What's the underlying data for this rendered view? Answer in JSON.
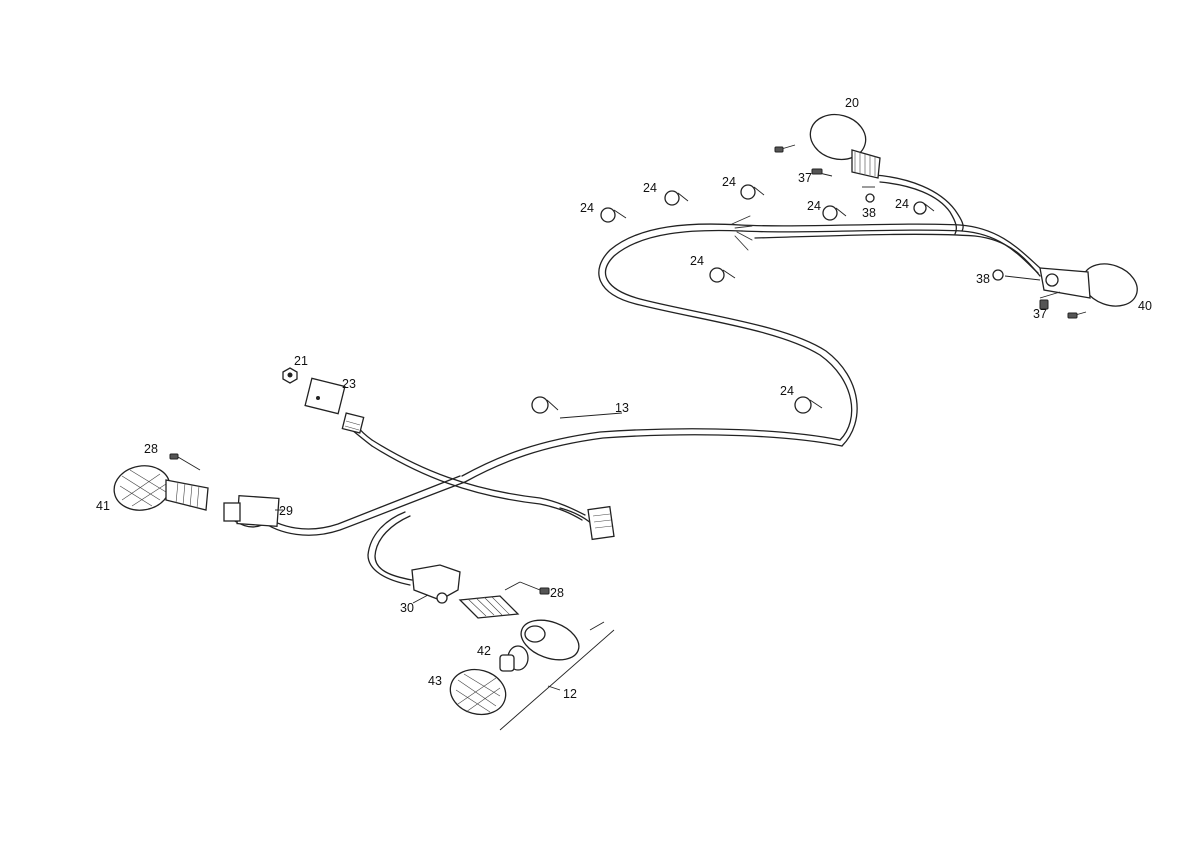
{
  "labels": {
    "l12": "12",
    "l13": "13",
    "l20": "20",
    "l21": "21",
    "l23": "23",
    "l24a": "24",
    "l24b": "24",
    "l24c": "24",
    "l24d": "24",
    "l24e": "24",
    "l24f": "24",
    "l24g": "24",
    "l28a": "28",
    "l28b": "28",
    "l29": "29",
    "l30": "30",
    "l37a": "37",
    "l37b": "37",
    "l38a": "38",
    "l38b": "38",
    "l40": "40",
    "l41": "41",
    "l42": "42",
    "l43": "43"
  }
}
